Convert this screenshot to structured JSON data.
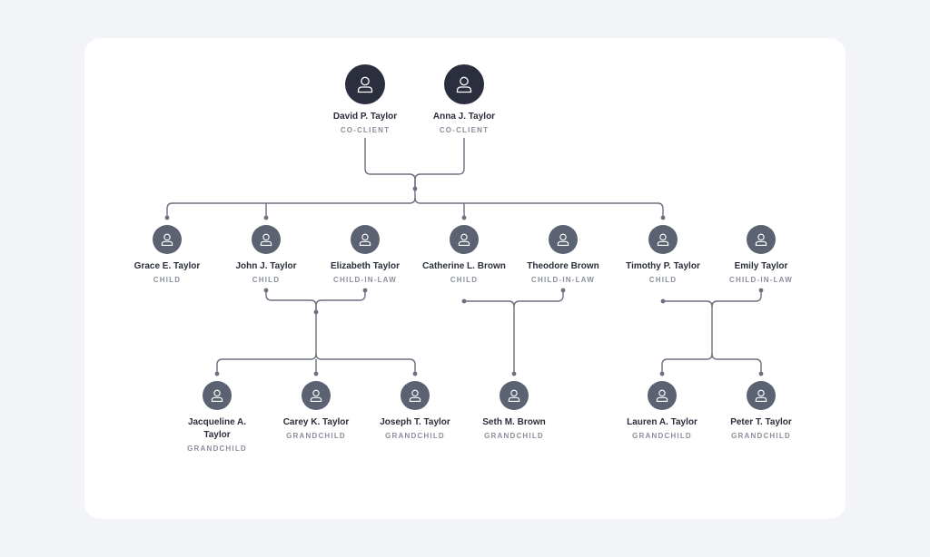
{
  "people": [
    {
      "id": "david",
      "name": "David P. Taylor",
      "role": "CO-CLIENT"
    },
    {
      "id": "anna",
      "name": "Anna J. Taylor",
      "role": "CO-CLIENT"
    },
    {
      "id": "grace",
      "name": "Grace E. Taylor",
      "role": "CHILD"
    },
    {
      "id": "john",
      "name": "John J. Taylor",
      "role": "CHILD"
    },
    {
      "id": "elizabeth",
      "name": "Elizabeth Taylor",
      "role": "CHILD-IN-LAW"
    },
    {
      "id": "catherine",
      "name": "Catherine L. Brown",
      "role": "CHILD"
    },
    {
      "id": "theodore",
      "name": "Theodore Brown",
      "role": "CHILD-IN-LAW"
    },
    {
      "id": "timothy",
      "name": "Timothy P. Taylor",
      "role": "CHILD"
    },
    {
      "id": "emily",
      "name": "Emily Taylor",
      "role": "CHILD-IN-LAW"
    },
    {
      "id": "jacqueline",
      "name": "Jacqueline A. Taylor",
      "role": "GRANDCHILD"
    },
    {
      "id": "carey",
      "name": "Carey K. Taylor",
      "role": "GRANDCHILD"
    },
    {
      "id": "joseph",
      "name": "Joseph T. Taylor",
      "role": "GRANDCHILD"
    },
    {
      "id": "seth",
      "name": "Seth M. Brown",
      "role": "GRANDCHILD"
    },
    {
      "id": "lauren",
      "name": "Lauren A. Taylor",
      "role": "GRANDCHILD"
    },
    {
      "id": "peter",
      "name": "Peter T. Taylor",
      "role": "GRANDCHILD"
    }
  ],
  "colors": {
    "avatar_primary": "#2b2f3d",
    "avatar_secondary": "#5b6272",
    "connector": "#6b7080"
  }
}
